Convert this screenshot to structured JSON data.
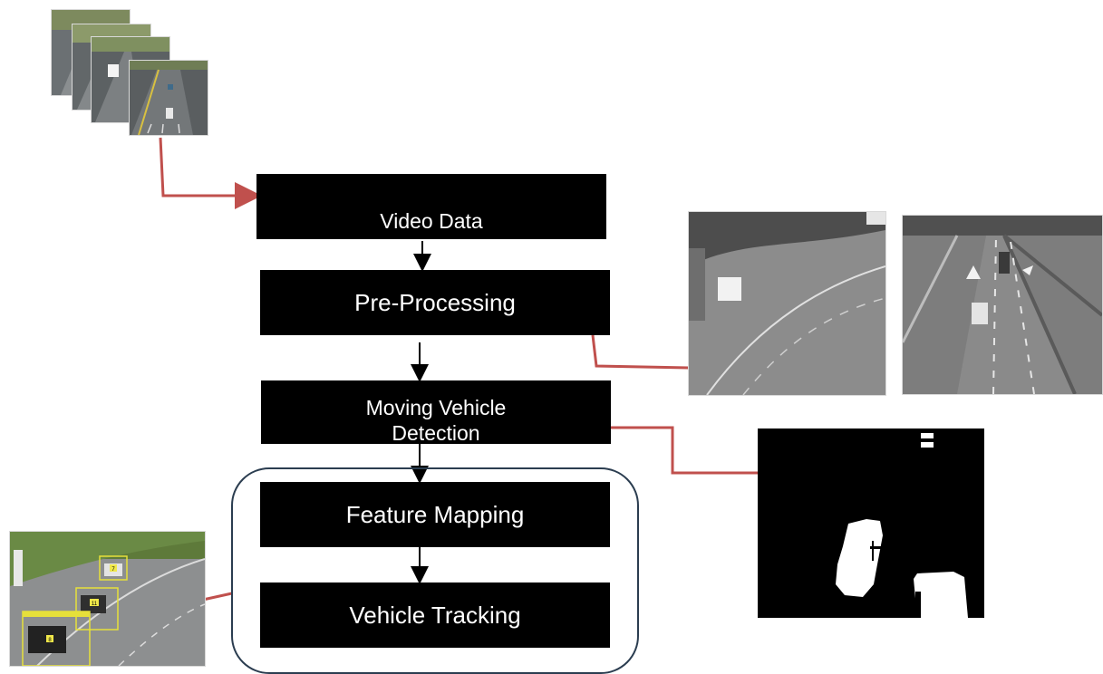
{
  "flow": {
    "video_data": "Video Data",
    "pre_processing": "Pre-Processing",
    "moving_vehicle_detection": "Moving Vehicle Detection",
    "feature_mapping": "Feature Mapping",
    "vehicle_tracking": "Vehicle Tracking"
  },
  "tracking_labels": [
    "7",
    "11",
    "8"
  ],
  "colors": {
    "box_fill": "#000000",
    "box_text": "#ffffff",
    "connector": "#c0504d",
    "arrow": "#000000",
    "group_outline": "#2b3d50",
    "tracking_box": "#e6e03a"
  }
}
